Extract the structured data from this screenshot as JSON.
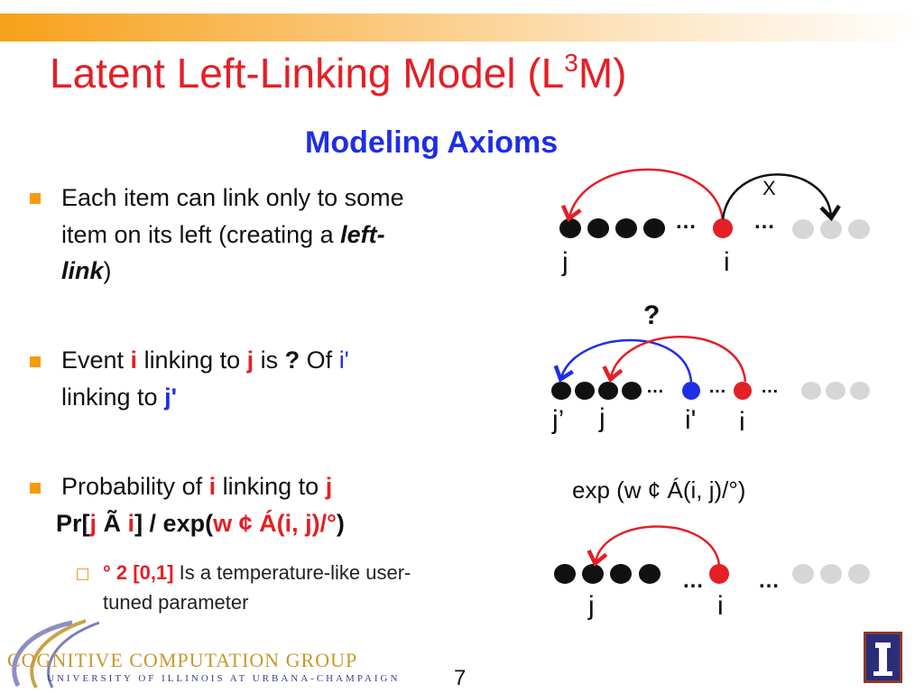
{
  "title": {
    "text": "Latent Left-Linking Model (L",
    "sup": "3",
    "end": "M)"
  },
  "subtitle": "Modeling Axioms",
  "bullets": [
    {
      "line1": "Each item can link only to some",
      "line2a": "item on its left (creating a ",
      "line2b": "left-",
      "line3a": "link",
      "line3b": ")"
    },
    {
      "a": "Event ",
      "i": "i",
      "b": " linking to ",
      "j": "j",
      "c": " is ",
      "q": "?",
      "d": " Of ",
      "ip": "i'",
      "line2": "linking to ",
      "jp": "j'"
    },
    {
      "a": "Probability of ",
      "i": "i",
      "b": " linking to ",
      "j": "j",
      "formula": {
        "p1": "Pr[",
        "j": "j",
        "p2": " Ã ",
        "i": "i",
        "p3": "] / exp(",
        "red": "w ¢ Á(i, j)/°",
        "p4": ")"
      },
      "sub": {
        "red": "° 2 [0,1]",
        "text": " Is a temperature-like user-",
        "line2": "tuned parameter"
      }
    }
  ],
  "diagrams": {
    "d1": {
      "j": "j",
      "i": "i",
      "x": "X",
      "dots": "…"
    },
    "question": "?",
    "d2": {
      "jp": "j’",
      "j": "j",
      "ip": "i'",
      "i": "i"
    },
    "exp": "exp (w ¢ Á(i, j)/°)",
    "d3": {
      "j": "j",
      "i": "i"
    }
  },
  "colors": {
    "accent": "#e41f26",
    "blue": "#1f2ee6",
    "bullet": "#f79a12",
    "gray": "#d6d6d6"
  },
  "logo": {
    "name": "COGNITIVE COMPUTATION GROUP",
    "sub": "UNIVERSITY OF ILLINOIS AT URBANA-CHAMPAIGN"
  },
  "page_number": "7"
}
